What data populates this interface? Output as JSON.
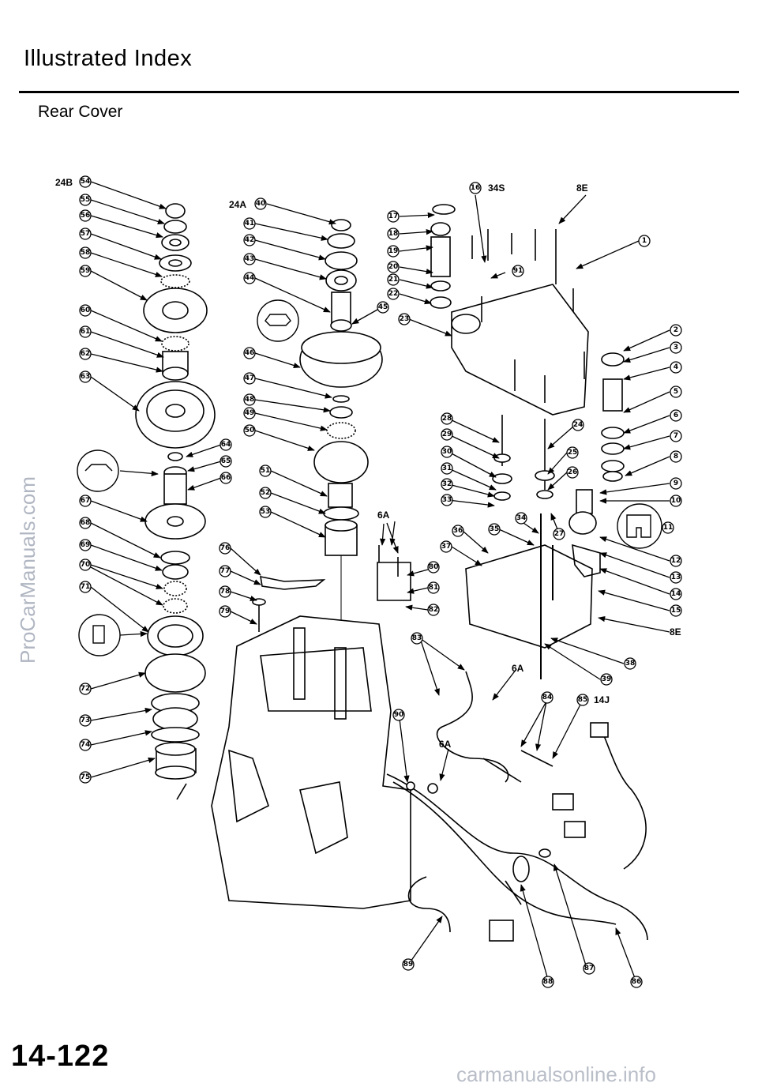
{
  "page": {
    "title": "Illustrated Index",
    "subtitle": "Rear Cover",
    "page_number": "14-122",
    "watermark_left": "ProCarManuals.com",
    "watermark_bottom": "carmanualsonline.info"
  },
  "codes": {
    "c24B": "24B",
    "c24A": "24A",
    "c34S": "34S",
    "c8E_top": "8E",
    "c6A_a": "6A",
    "c6A_b": "6A",
    "c6A_c": "6A",
    "c14J": "14J",
    "c8E_right": "8E"
  },
  "callouts": {
    "n1": "1",
    "n2": "2",
    "n3": "3",
    "n4": "4",
    "n5": "5",
    "n6": "6",
    "n7": "7",
    "n8": "8",
    "n9": "9",
    "n10": "10",
    "n11": "11",
    "n12": "12",
    "n13": "13",
    "n14": "14",
    "n15": "15",
    "n16": "16",
    "n17": "17",
    "n18": "18",
    "n19": "19",
    "n20": "20",
    "n21": "21",
    "n22": "22",
    "n23": "23",
    "n24": "24",
    "n25": "25",
    "n26": "26",
    "n27": "27",
    "n28": "28",
    "n29": "29",
    "n30": "30",
    "n31": "31",
    "n32": "32",
    "n33": "33",
    "n34": "34",
    "n35": "35",
    "n36": "36",
    "n37": "37",
    "n38": "38",
    "n39": "39",
    "n40": "40",
    "n41": "41",
    "n42": "42",
    "n43": "43",
    "n44": "44",
    "n45": "45",
    "n46": "46",
    "n47": "47",
    "n48": "48",
    "n49": "49",
    "n50": "50",
    "n51": "51",
    "n52": "52",
    "n53": "53",
    "n54": "54",
    "n55": "55",
    "n56": "56",
    "n57": "57",
    "n58": "58",
    "n59": "59",
    "n60": "60",
    "n61": "61",
    "n62": "62",
    "n63": "63",
    "n64": "64",
    "n65": "65",
    "n66": "66",
    "n67": "67",
    "n68": "68",
    "n69": "69",
    "n70": "70",
    "n71": "71",
    "n72": "72",
    "n73": "73",
    "n74": "74",
    "n75": "75",
    "n76": "76",
    "n77": "77",
    "n78": "78",
    "n79": "79",
    "n80": "80",
    "n81": "81",
    "n82": "82",
    "n83": "83",
    "n84": "84",
    "n85": "85",
    "n86": "86",
    "n87": "87",
    "n88": "88",
    "n89": "89",
    "n90": "90",
    "n91": "91"
  }
}
